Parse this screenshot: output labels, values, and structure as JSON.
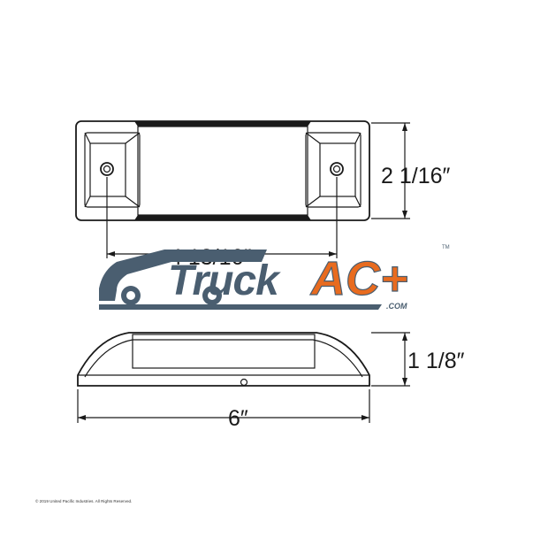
{
  "drawing": {
    "top_view": {
      "height_dimension": "2 1/16″",
      "hole_spacing_dimension": "4 13/16″"
    },
    "side_view": {
      "height_dimension": "1 1/8″",
      "length_dimension": "6″"
    },
    "copyright": "© 2019 United Pacific Industries. All Rights Reserved."
  },
  "watermark": {
    "brand_part1": "Truck",
    "brand_part2": "AC+",
    "suffix": ".COM",
    "trademark": "TM",
    "colors": {
      "slate": "#4a5e70",
      "orange": "#e86b1f",
      "ink": "#1a1a1a"
    }
  }
}
